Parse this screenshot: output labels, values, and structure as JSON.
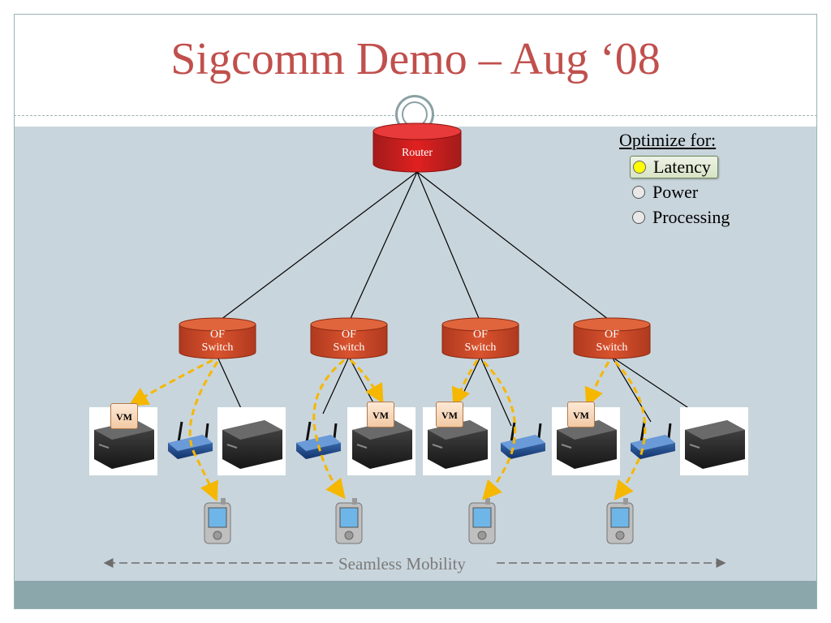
{
  "title": "Sigcomm Demo – Aug ‘08",
  "router": {
    "label": "Router"
  },
  "switches": [
    {
      "label_line1": "OF",
      "label_line2": "Switch"
    },
    {
      "label_line1": "OF",
      "label_line2": "Switch"
    },
    {
      "label_line1": "OF",
      "label_line2": "Switch"
    },
    {
      "label_line1": "OF",
      "label_line2": "Switch"
    }
  ],
  "vm_label": "VM",
  "optimize": {
    "title": "Optimize for:",
    "options": [
      {
        "label": "Latency",
        "selected": true
      },
      {
        "label": "Power",
        "selected": false
      },
      {
        "label": "Processing",
        "selected": false
      }
    ]
  },
  "mobility_label": "Seamless Mobility",
  "colors": {
    "title": "#c0504d",
    "cylinder": "#c0392b",
    "dashed_arrow": "#f5b700",
    "background_panel": "#c9d5dc",
    "footer_bar": "#8ba7ab"
  },
  "icons": [
    "router-cylinder",
    "switch-cylinder",
    "server-icon",
    "wireless-router-icon",
    "pda-phone-icon",
    "vm-badge"
  ]
}
